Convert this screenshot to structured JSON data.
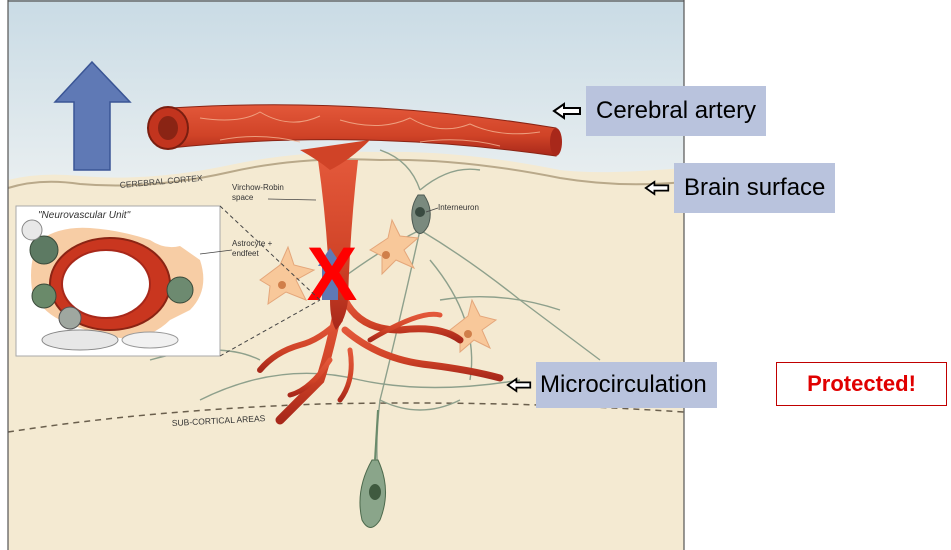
{
  "callouts": {
    "cerebral_artery": "Cerebral artery",
    "brain_surface": "Brain surface",
    "microcirculation": "Microcirculation"
  },
  "status_label": "Protected!",
  "diagram_labels": {
    "cerebral_cortex": "CEREBRAL CORTEX",
    "virchow_robin": [
      "Virchow-Robin",
      "space"
    ],
    "astrocyte": [
      "Astrocyte +",
      "endfeet"
    ],
    "interneuron": "Interneuron",
    "neurovascular_unit": "\"Neurovascular Unit\"",
    "sub_cortical": "SUB-CORTICAL AREAS"
  },
  "blocked_mark": "X",
  "colors": {
    "artery": "#d9472b",
    "artery_dark": "#a8281a",
    "cortex": "#f4ead2",
    "upper_band": "#d7e4ec",
    "callout_bg": "#b9c3dd",
    "arrow_blue": "#5f79b5",
    "blocked_red": "#ff0000",
    "protected_red": "#e00000"
  }
}
